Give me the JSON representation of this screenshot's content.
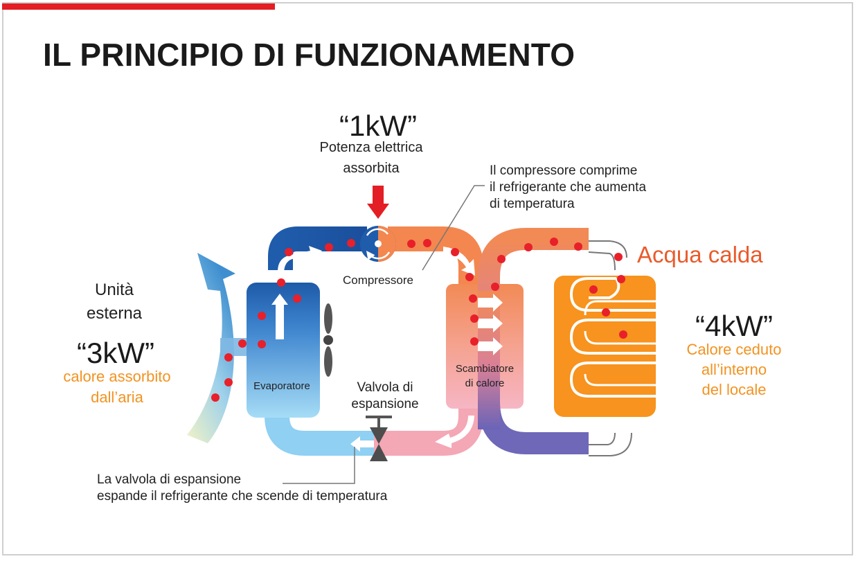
{
  "header": {
    "title": "IL PRINCIPIO DI FUNZIONAMENTO"
  },
  "electric": {
    "value": "“1kW”",
    "line1": "Potenza elettrica",
    "line2": "assorbita"
  },
  "compressor_note": {
    "line1": "Il compressore comprime",
    "line2": "il refrigerante che aumenta",
    "line3": "di temperatura"
  },
  "components": {
    "compressor": "Compressore",
    "evaporator": "Evaporatore",
    "valve_line1": "Valvola di",
    "valve_line2": "espansione",
    "exchanger_line1": "Scambiatore",
    "exchanger_line2": "di calore"
  },
  "outdoor": {
    "line1": "Unità",
    "line2": "esterna",
    "value": "“3kW”",
    "desc1": "calore assorbito",
    "desc2": "dall’aria"
  },
  "hot_water": {
    "label": "Acqua calda"
  },
  "indoor": {
    "value": "“4kW”",
    "desc1": "Calore ceduto",
    "desc2": "all’interno",
    "desc3": "del locale"
  },
  "valve_note": {
    "line1": "La valvola di espansione",
    "line2": "espande il refrigerante che scende di temperatura"
  },
  "colors": {
    "accent_red": "#e31e24",
    "orange_text": "#f29321",
    "hot_water_text": "#ea5a2b",
    "refrigerant_cold": "#1f5fae",
    "refrigerant_hot": "#f08a5a",
    "dot": "#e8202a"
  }
}
